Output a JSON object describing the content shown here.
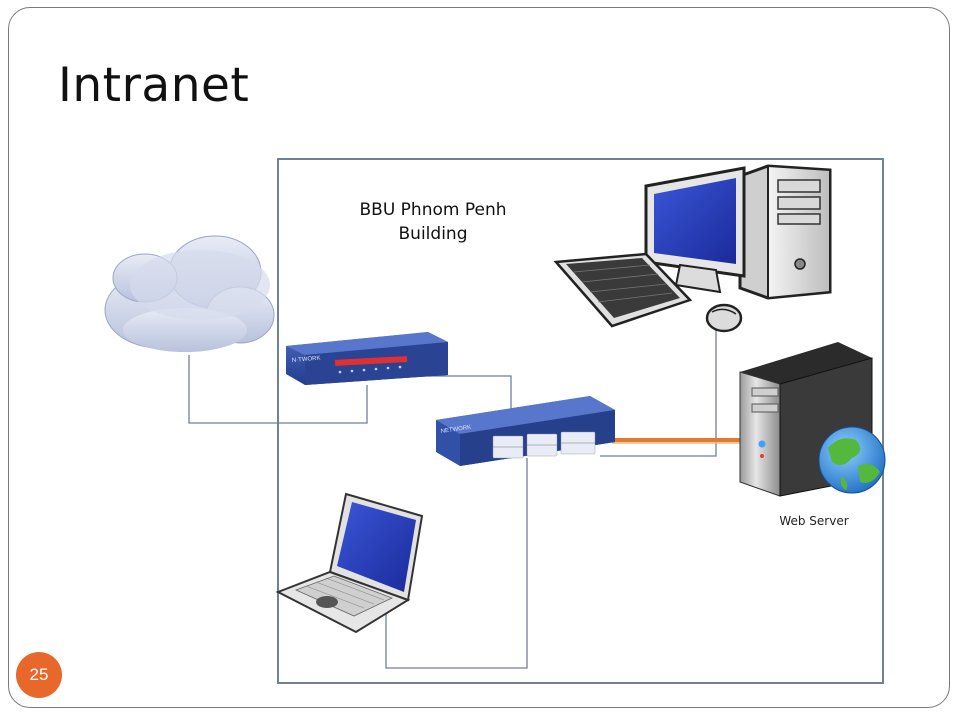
{
  "slide": {
    "title": "Intranet",
    "page_number": "25"
  },
  "diagram": {
    "building_label_line1": "BBU Phnom Penh",
    "building_label_line2": "Building",
    "server_label": "Web Server"
  },
  "colors": {
    "badge": "#e8672a",
    "frame_border": "#6f8196",
    "link_line": "#6f8196",
    "fiber_link": "#e07a2c",
    "device_blue": "#2d4ca0"
  }
}
